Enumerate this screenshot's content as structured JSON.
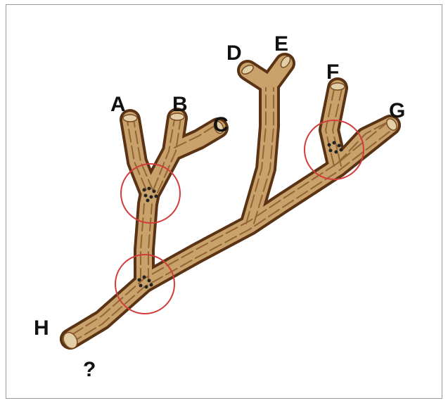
{
  "diagram": {
    "labels": {
      "A": "A",
      "B": "B",
      "C": "C",
      "D": "D",
      "E": "E",
      "F": "F",
      "G": "G",
      "H": "H",
      "root": "?"
    },
    "colors": {
      "branch_outline": "#5a3314",
      "branch_fill": "#c8a26c",
      "branch_stripe": "#8a5a2e",
      "highlight_circle": "#d23c3c",
      "node_dots": "#222222"
    }
  }
}
